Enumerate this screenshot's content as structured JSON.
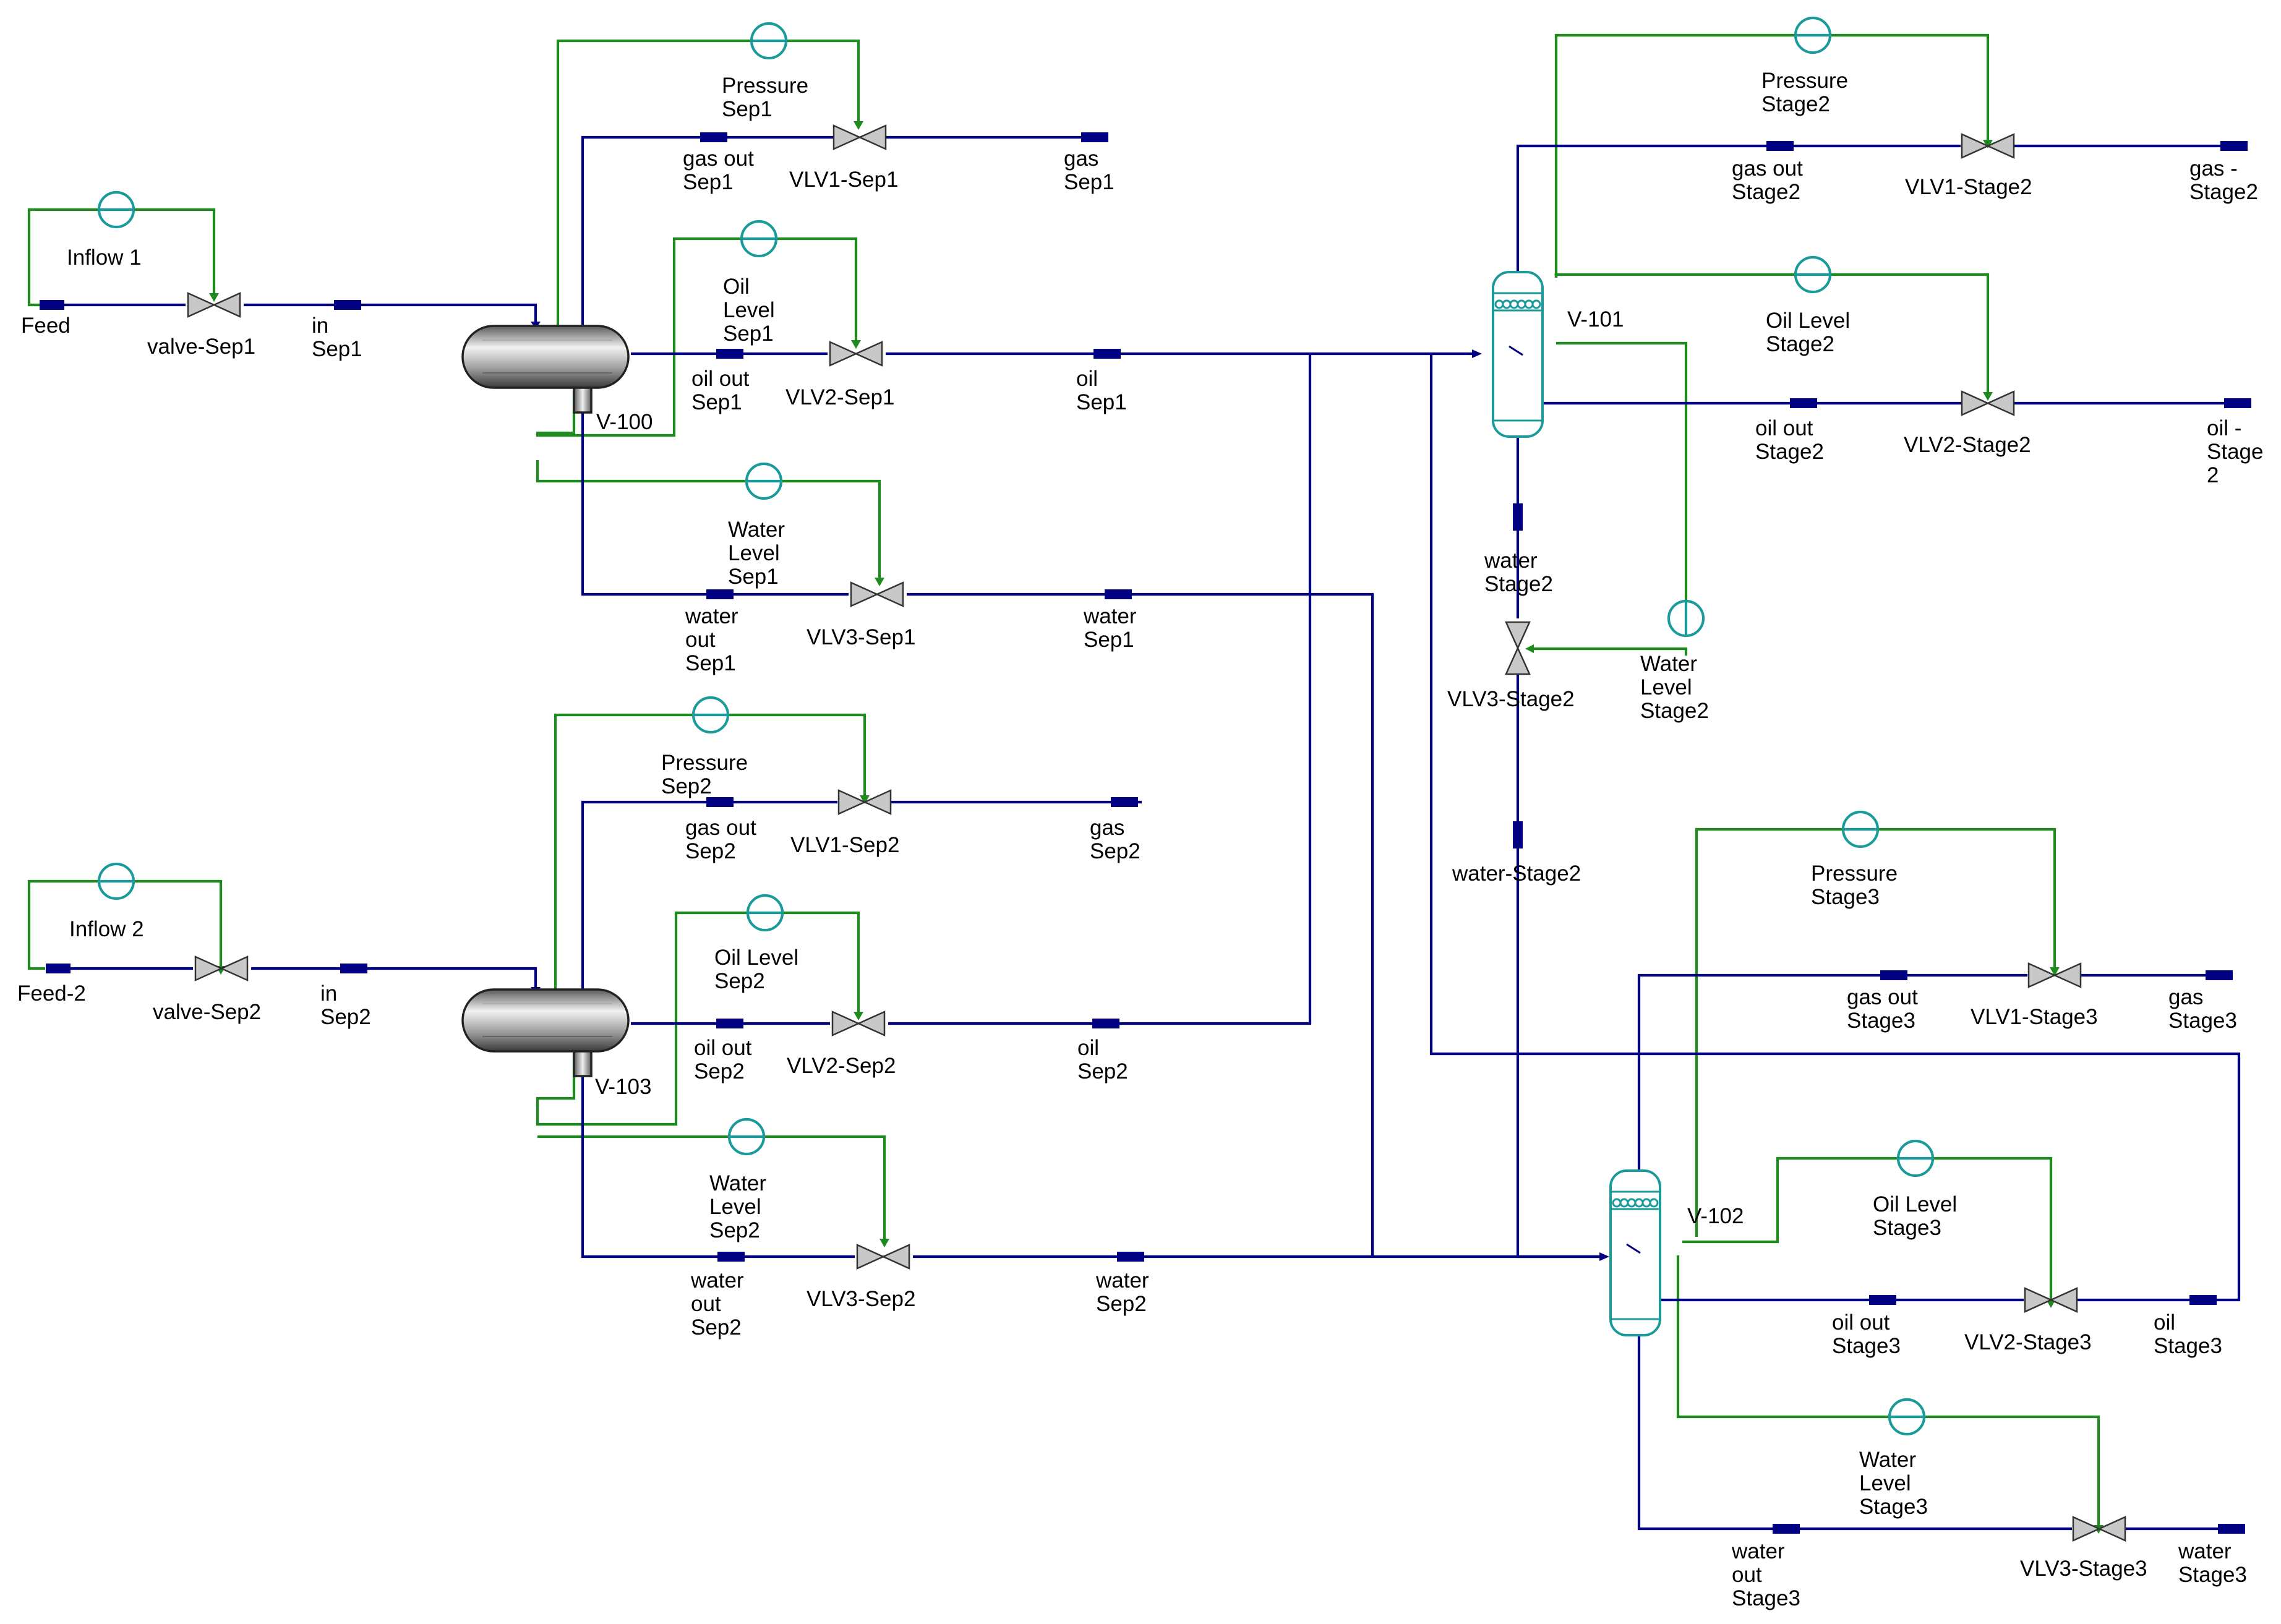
{
  "controllers": {
    "inflow1": "Inflow 1",
    "inflow2": "Inflow 2",
    "pressure_sep1": [
      "Pressure",
      "Sep1"
    ],
    "oil_level_sep1": [
      "Oil",
      "Level",
      "Sep1"
    ],
    "water_level_sep1": [
      "Water",
      "Level",
      "Sep1"
    ],
    "pressure_sep2": [
      "Pressure",
      "Sep2"
    ],
    "oil_level_sep2": [
      "Oil Level",
      "Sep2"
    ],
    "water_level_sep2": [
      "Water",
      "Level",
      "Sep2"
    ],
    "pressure_stage2": [
      "Pressure",
      "Stage2"
    ],
    "oil_level_stage2": [
      "Oil Level",
      "Stage2"
    ],
    "water_level_stage2": [
      "Water",
      "Level",
      "Stage2"
    ],
    "pressure_stage3": [
      "Pressure",
      "Stage3"
    ],
    "oil_level_stage3": [
      "Oil Level",
      "Stage3"
    ],
    "water_level_stage3": [
      "Water",
      "Level",
      "Stage3"
    ]
  },
  "valves": {
    "valve_sep1": "valve-Sep1",
    "valve_sep2": "valve-Sep2",
    "vlv1_sep1": "VLV1-Sep1",
    "vlv2_sep1": "VLV2-Sep1",
    "vlv3_sep1": "VLV3-Sep1",
    "vlv1_sep2": "VLV1-Sep2",
    "vlv2_sep2": "VLV2-Sep2",
    "vlv3_sep2": "VLV3-Sep2",
    "vlv1_stage2": "VLV1-Stage2",
    "vlv2_stage2": "VLV2-Stage2",
    "vlv3_stage2": "VLV3-Stage2",
    "vlv1_stage3": "VLV1-Stage3",
    "vlv2_stage3": "VLV2-Stage3",
    "vlv3_stage3": "VLV3-Stage3"
  },
  "vessels": {
    "v100": "V-100",
    "v103": "V-103",
    "v101": "V-101",
    "v102": "V-102"
  },
  "streams": {
    "feed": "Feed",
    "feed2": "Feed-2",
    "in_sep1": [
      "in",
      "Sep1"
    ],
    "in_sep2": [
      "in",
      "Sep2"
    ],
    "gas_out_sep1": [
      "gas out",
      "Sep1"
    ],
    "gas_sep1": [
      "gas",
      "Sep1"
    ],
    "oil_out_sep1": [
      "oil out",
      "Sep1"
    ],
    "oil_sep1": [
      "oil",
      "Sep1"
    ],
    "water_out_sep1": [
      "water",
      "out",
      "Sep1"
    ],
    "water_sep1": [
      "water",
      "Sep1"
    ],
    "gas_out_sep2": [
      "gas out",
      "Sep2"
    ],
    "gas_sep2": [
      "gas",
      "Sep2"
    ],
    "oil_out_sep2": [
      "oil out",
      "Sep2"
    ],
    "oil_sep2": [
      "oil",
      "Sep2"
    ],
    "water_out_sep2": [
      "water",
      "out",
      "Sep2"
    ],
    "water_sep2": [
      "water",
      "Sep2"
    ],
    "gas_out_stage2": [
      "gas out",
      "Stage2"
    ],
    "gas_stage2": [
      "gas -",
      "Stage2"
    ],
    "oil_out_stage2": [
      "oil out",
      "Stage2"
    ],
    "oil_stage2": [
      "oil -",
      "Stage",
      "2"
    ],
    "water_stage2_in": [
      "water",
      "Stage2"
    ],
    "water_stage2_out": "water-Stage2",
    "gas_out_stage3": [
      "gas out",
      "Stage3"
    ],
    "gas_stage3": [
      "gas",
      "Stage3"
    ],
    "oil_out_stage3": [
      "oil out",
      "Stage3"
    ],
    "oil_stage3": [
      "oil",
      "Stage3"
    ],
    "water_out_stage3": [
      "water",
      "out",
      "Stage3"
    ],
    "water_stage3": [
      "water",
      "Stage3"
    ]
  },
  "colors": {
    "material_line": "#000080",
    "signal_line": "#1f8a1f",
    "controller": "#1a9a9a"
  }
}
